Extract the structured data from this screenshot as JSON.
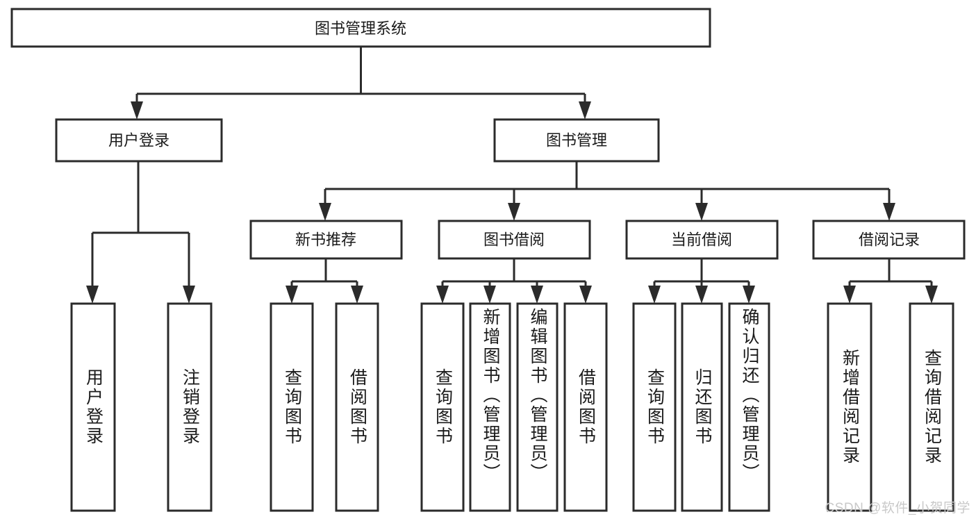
{
  "diagram": {
    "title": "图书管理系统",
    "type": "tree-hierarchy-chart",
    "watermark": "CSDN @软件_小贺同学",
    "colors": {
      "stroke": "#2b2b2b",
      "fill": "#ffffff",
      "text": "#1a1a1a",
      "watermark": "#c9c9c9"
    },
    "root": {
      "label": "图书管理系统"
    },
    "level2": [
      {
        "label": "用户登录"
      },
      {
        "label": "图书管理"
      }
    ],
    "level3": [
      {
        "label": "新书推荐"
      },
      {
        "label": "图书借阅"
      },
      {
        "label": "当前借阅"
      },
      {
        "label": "借阅记录"
      }
    ],
    "leaves": {
      "user_login": [
        {
          "label": "用户登录"
        },
        {
          "label": "注销登录"
        }
      ],
      "new_book_recommend": [
        {
          "label": "查询图书"
        },
        {
          "label": "借阅图书"
        }
      ],
      "book_borrow": [
        {
          "label": "查询图书"
        },
        {
          "label": "新增图书（管理员）"
        },
        {
          "label": "编辑图书（管理员）"
        },
        {
          "label": "借阅图书"
        }
      ],
      "current_borrow": [
        {
          "label": "查询图书"
        },
        {
          "label": "归还图书"
        },
        {
          "label": "确认归还（管理员）"
        }
      ],
      "borrow_record": [
        {
          "label": "新增借阅记录"
        },
        {
          "label": "查询借阅记录"
        }
      ]
    }
  }
}
